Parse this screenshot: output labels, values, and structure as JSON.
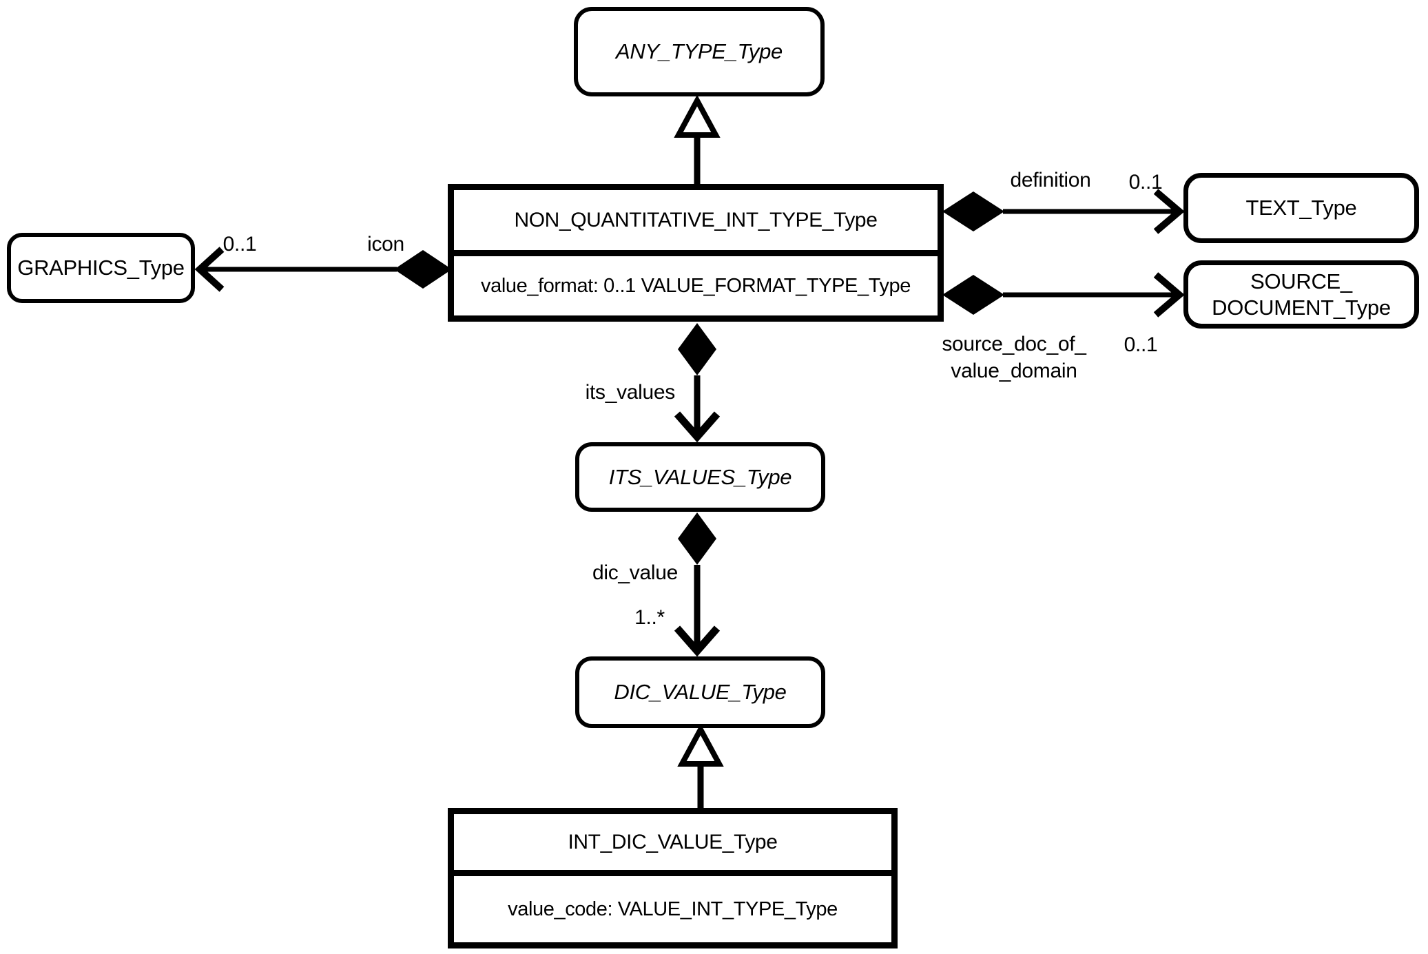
{
  "diagram": {
    "background_color": "#ffffff",
    "line_color": "#000000",
    "classes": {
      "any_type": {
        "name": "ANY_TYPE_Type",
        "abstract": true
      },
      "non_quantitative": {
        "name": "NON_QUANTITATIVE_INT_TYPE_Type",
        "attribute": "value_format: 0..1 VALUE_FORMAT_TYPE_Type"
      },
      "graphics": {
        "name": "GRAPHICS_Type"
      },
      "text": {
        "name": "TEXT_Type"
      },
      "source_document": {
        "name_line1": "SOURCE_",
        "name_line2": "DOCUMENT_Type"
      },
      "its_values": {
        "name": "ITS_VALUES_Type",
        "abstract": true
      },
      "dic_value": {
        "name": "DIC_VALUE_Type",
        "abstract": true
      },
      "int_dic_value": {
        "name": "INT_DIC_VALUE_Type",
        "attribute": "value_code: VALUE_INT_TYPE_Type"
      }
    },
    "edge_labels": {
      "icon": {
        "multiplicity": "0..1",
        "role": "icon"
      },
      "definition": {
        "role": "definition",
        "multiplicity": "0..1"
      },
      "source_doc": {
        "role_line1": "source_doc_of_",
        "role_line2": "value_domain",
        "multiplicity": "0..1"
      },
      "its_values": {
        "role": "its_values"
      },
      "dic_value": {
        "role": "dic_value",
        "multiplicity": "1..*"
      }
    }
  }
}
